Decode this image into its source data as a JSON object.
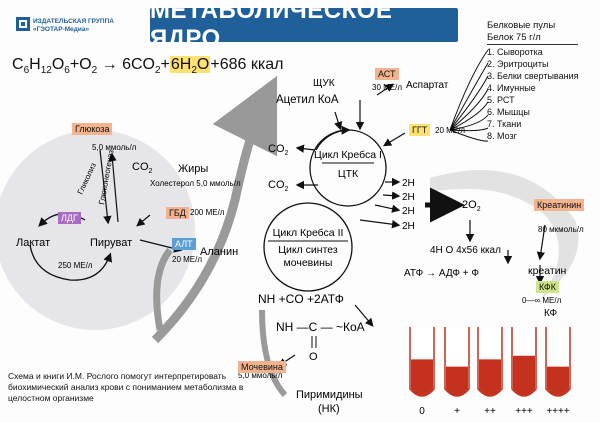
{
  "publisher": {
    "line1": "ИЗДАТЕЛЬСКАЯ ГРУППА",
    "line2": "«ГЭОТАР-Медиа»"
  },
  "title": "МЕТАБОЛИЧЕСКОЕ ЯДРО",
  "equation": {
    "c6": "C",
    "n6a": "6",
    "h12": "H",
    "n12": "12",
    "o6": "O",
    "n6b": "6",
    "rest1": "+O",
    "o2sub": "2",
    "arrow": " → 6CO",
    "co2sub": "2",
    "plus": "+",
    "h2o": "6H",
    "h2osub": "2",
    "o": "O",
    "energy": "+686 ккал"
  },
  "protein_pools": {
    "title": "Белковые пулы",
    "subtitle": "Белок 75 г/л",
    "items": [
      "1. Сыворотка",
      "2. Эритроциты",
      "3. Белки свертывания",
      "4. Имунные",
      "5. РСТ",
      "6. Мышцы",
      "7. Ткани",
      "8. Мозг"
    ]
  },
  "nodes": {
    "acetyl_coa": "Ацетил КоА",
    "schuk": "ЩУК",
    "ast": "АСТ",
    "ast_val": "30 МЕ/л",
    "aspartate": "Аспартат",
    "ggt": "ГГТ",
    "ggt_val": "20 МЕ/л",
    "co2_a": "CO",
    "co2_b": "CO",
    "co2_c": "CO",
    "co2_sub": "2",
    "krebs1_line1": "Цикл Кребса I",
    "krebs1_line2": "ЦТК",
    "krebs2_line1": "Цикл Кребса II",
    "krebs2_line2": "Цикл синтез",
    "krebs2_line3": "мочевины",
    "h2": "2H",
    "o2": "2O",
    "o2_sub": "2",
    "h2o_energy": "4H O  4x56 ккал",
    "atp_chain": "АТФ → АДФ + Ф",
    "phos": "Ф",
    "creatinine": "Креатинин",
    "creatinine_val": "80 мкмоль/л",
    "creatine": "креатин",
    "kfk": "КФК",
    "kfk_val": "0—∞ МЕ/л",
    "kf": "КФ",
    "glucose": "Глюкоза",
    "glucose_val": "5,0 ммоль/л",
    "glycolysis": "Гликолиз",
    "gluconeogenesis": "Глюконеогенез",
    "co2_left": "CO",
    "fats": "Жиры",
    "cholesterol": "Холестерол 5,0 ммоль/л",
    "ldg": "ЛДГ",
    "gbd": "ГБД",
    "gbd_val": "200 МЕ/л",
    "lactate": "Лактат",
    "pyruvate": "Пируват",
    "alt": "АЛТ",
    "alt_val": "20 МЕ/л",
    "alanine": "Аланин",
    "ldg_val": "250 МЕ/л",
    "nh3_eq": "NH +CO +2АТФ",
    "nh2_row": "NH —C — ~КоА",
    "o_row": "O",
    "urea": "Мочевина",
    "urea_val": "5,0 ммоль/л",
    "pyrimidines": "Пиримидины",
    "nk": "(НК)"
  },
  "tubes": {
    "labels": [
      "0",
      "+",
      "++",
      "+++",
      "++++"
    ],
    "fill_fraction": [
      0.55,
      0.45,
      0.55,
      0.6,
      0.45
    ]
  },
  "note": "Схема и книги И.М. Рослого помогут интерпретировать биохимический анализ крови с пониманием метаболизма в целостном организме",
  "colors": {
    "title_bg": "#1f5f9a",
    "ast": "#f2b38f",
    "ggt": "#ffe070",
    "creatinine": "#f2b38f",
    "kfk": "#cfe48a",
    "glucose": "#f2b38f",
    "ldg": "#a86cc4",
    "gbd": "#f2b38f",
    "alt": "#5aa0d6",
    "urea": "#f2b38f",
    "blood": "#c4311e"
  }
}
